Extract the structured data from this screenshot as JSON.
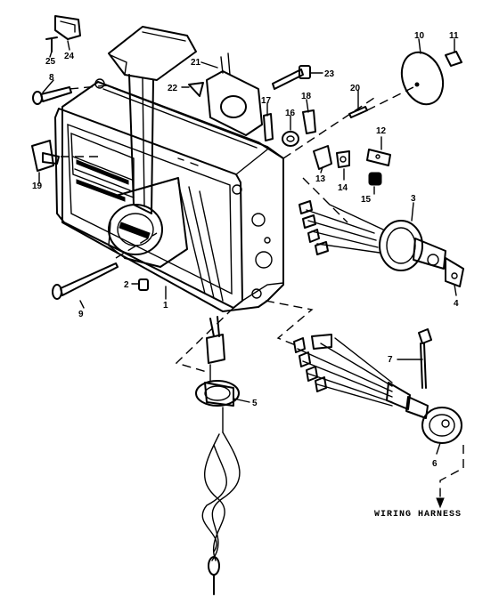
{
  "callouts": {
    "c1": "1",
    "c2": "2",
    "c3": "3",
    "c4": "4",
    "c5": "5",
    "c6": "6",
    "c7": "7",
    "c8": "8",
    "c9": "9",
    "c10": "10",
    "c11": "11",
    "c12": "12",
    "c13": "13",
    "c14": "14",
    "c15": "15",
    "c16": "16",
    "c17": "17",
    "c18": "18",
    "c19": "19",
    "c20": "20",
    "c21": "21",
    "c22": "22",
    "c23": "23",
    "c24": "24",
    "c25": "25"
  },
  "caption": "WIRING HARNESS"
}
